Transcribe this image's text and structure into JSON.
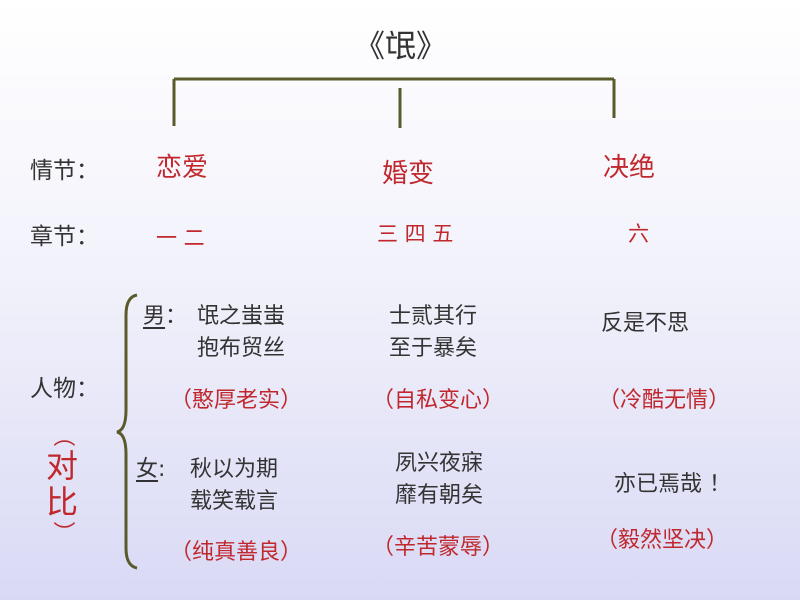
{
  "title": "《氓》",
  "row_labels": {
    "plot": "情节：",
    "chapter": "章节：",
    "characters": "人物："
  },
  "contrast": {
    "open": "（",
    "char1": "对",
    "char2": "比",
    "close": "）"
  },
  "plot": {
    "love": "恋爱",
    "change": "婚变",
    "break": "决绝"
  },
  "chapters": {
    "first": "一  二",
    "second": "三 四 五",
    "third": "六"
  },
  "male": {
    "label": "男",
    "sep": "：",
    "col1": {
      "line1": "氓之蚩蚩",
      "line2": "抱布贸丝",
      "trait": "（憨厚老实）"
    },
    "col2": {
      "line1": "士贰其行",
      "line2": "至于暴矣",
      "trait": "（自私变心）"
    },
    "col3": {
      "line1": "反是不思",
      "trait": "（冷酷无情）"
    }
  },
  "female": {
    "label": "女",
    "sep": ":",
    "col1": {
      "line1": "秋以为期",
      "line2": "载笑载言",
      "trait": "（纯真善良）"
    },
    "col2": {
      "line1": "夙兴夜寐",
      "line2": "靡有朝矣",
      "trait": "（辛苦蒙辱）"
    },
    "col3": {
      "line1": "亦已焉哉 ！",
      "trait": "（毅然坚决）"
    }
  },
  "colors": {
    "text_dark": "#333333",
    "accent_red": "#c0282d",
    "line_olive": "#5a5a2a"
  }
}
